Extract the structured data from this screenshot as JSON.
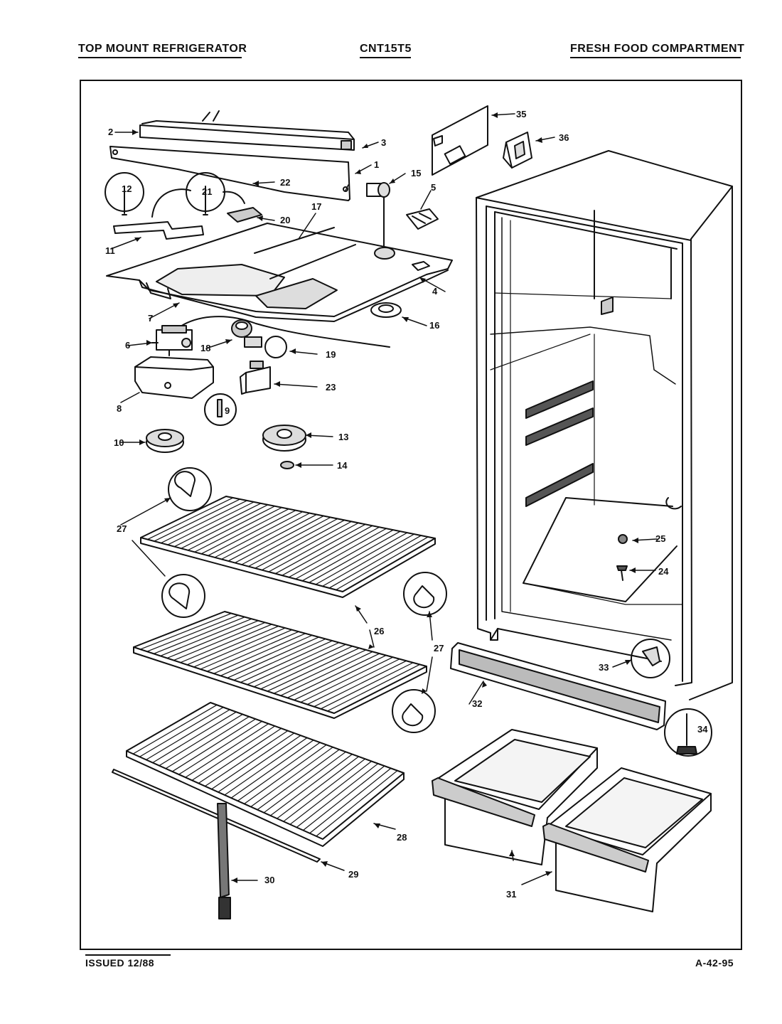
{
  "header": {
    "left": "TOP MOUNT REFRIGERATOR",
    "center": "CNT15T5",
    "right": "FRESH FOOD COMPARTMENT"
  },
  "footer": {
    "left": "ISSUED 12/88",
    "right": "A-42-95"
  },
  "callouts": [
    "1",
    "2",
    "3",
    "4",
    "5",
    "6",
    "7",
    "8",
    "9",
    "10",
    "11",
    "12",
    "13",
    "14",
    "15",
    "16",
    "17",
    "18",
    "19",
    "20",
    "21",
    "22",
    "23",
    "24",
    "25",
    "26",
    "27",
    "27",
    "28",
    "29",
    "30",
    "31",
    "32",
    "33",
    "34",
    "35",
    "36"
  ]
}
